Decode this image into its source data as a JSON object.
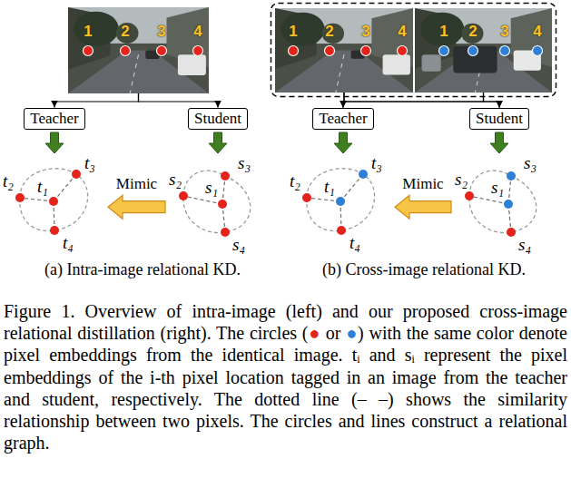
{
  "diagram": {
    "caption": "Figure 1. Overview of intra-image (left) and our proposed cross-image relational distillation (right). The circles (● or ●) with the same color denote pixel embeddings from the identical image. tᵢ and sᵢ represent the pixel embeddings of the i-th pixel location tagged in an image from the teacher and student, respectively. The dotted line (– –) shows the similarity relationship between two pixels. The circles and lines construct a relational graph.",
    "nodes": [
      {
        "text": [
          "1",
          "2",
          "3",
          "4"
        ]
      },
      {
        "text": [
          "1",
          "2",
          "3",
          "4"
        ]
      },
      {
        "text": [
          "1",
          "2",
          "3",
          "4"
        ]
      },
      {
        "text": [
          "Teacher"
        ]
      },
      {
        "text": [
          "Student"
        ]
      },
      {
        "text": [
          "Teacher"
        ]
      },
      {
        "text": [
          "Student"
        ]
      },
      {
        "text": [
          "t₃",
          "t₂",
          "t₁",
          "t₄"
        ]
      },
      {
        "text": [
          "s₃",
          "s₂",
          "s₁",
          "s₄"
        ]
      },
      {
        "text": [
          "t₃",
          "t₂",
          "t₁",
          "t₄"
        ]
      },
      {
        "text": [
          "s₃",
          "s₂",
          "s₁",
          "s₄"
        ]
      }
    ],
    "edges": [
      {
        "from": 0,
        "to": 3,
        "arrow": "to"
      },
      {
        "from": 0,
        "to": 4,
        "arrow": "to"
      },
      {
        "from": 1,
        "to": 5,
        "arrow": "to"
      },
      {
        "from": 1,
        "to": 6,
        "arrow": "to"
      },
      {
        "from": 2,
        "to": 5,
        "arrow": "to"
      },
      {
        "from": 2,
        "to": 6,
        "arrow": "to"
      },
      {
        "from": 3,
        "to": 7,
        "arrow": "to"
      },
      {
        "from": 4,
        "to": 8,
        "arrow": "to"
      },
      {
        "from": 5,
        "to": 9,
        "arrow": "to"
      },
      {
        "from": 6,
        "to": 10,
        "arrow": "to"
      },
      {
        "from": 8,
        "to": 7,
        "label": "Mimic",
        "arrow": "to"
      },
      {
        "from": 10,
        "to": 9,
        "label": "Mimic",
        "arrow": "to"
      }
    ],
    "labels": [
      "(a) Intra-image relational KD.",
      "(b) Cross-image relational KD."
    ]
  }
}
